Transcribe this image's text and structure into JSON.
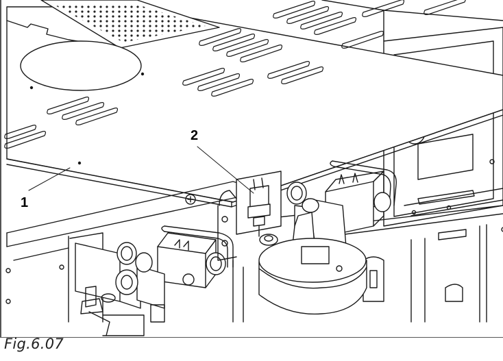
{
  "figure": {
    "caption": "Fig.6.07",
    "callouts": [
      {
        "id": "1",
        "label": "1"
      },
      {
        "id": "2",
        "label": "2"
      }
    ]
  }
}
